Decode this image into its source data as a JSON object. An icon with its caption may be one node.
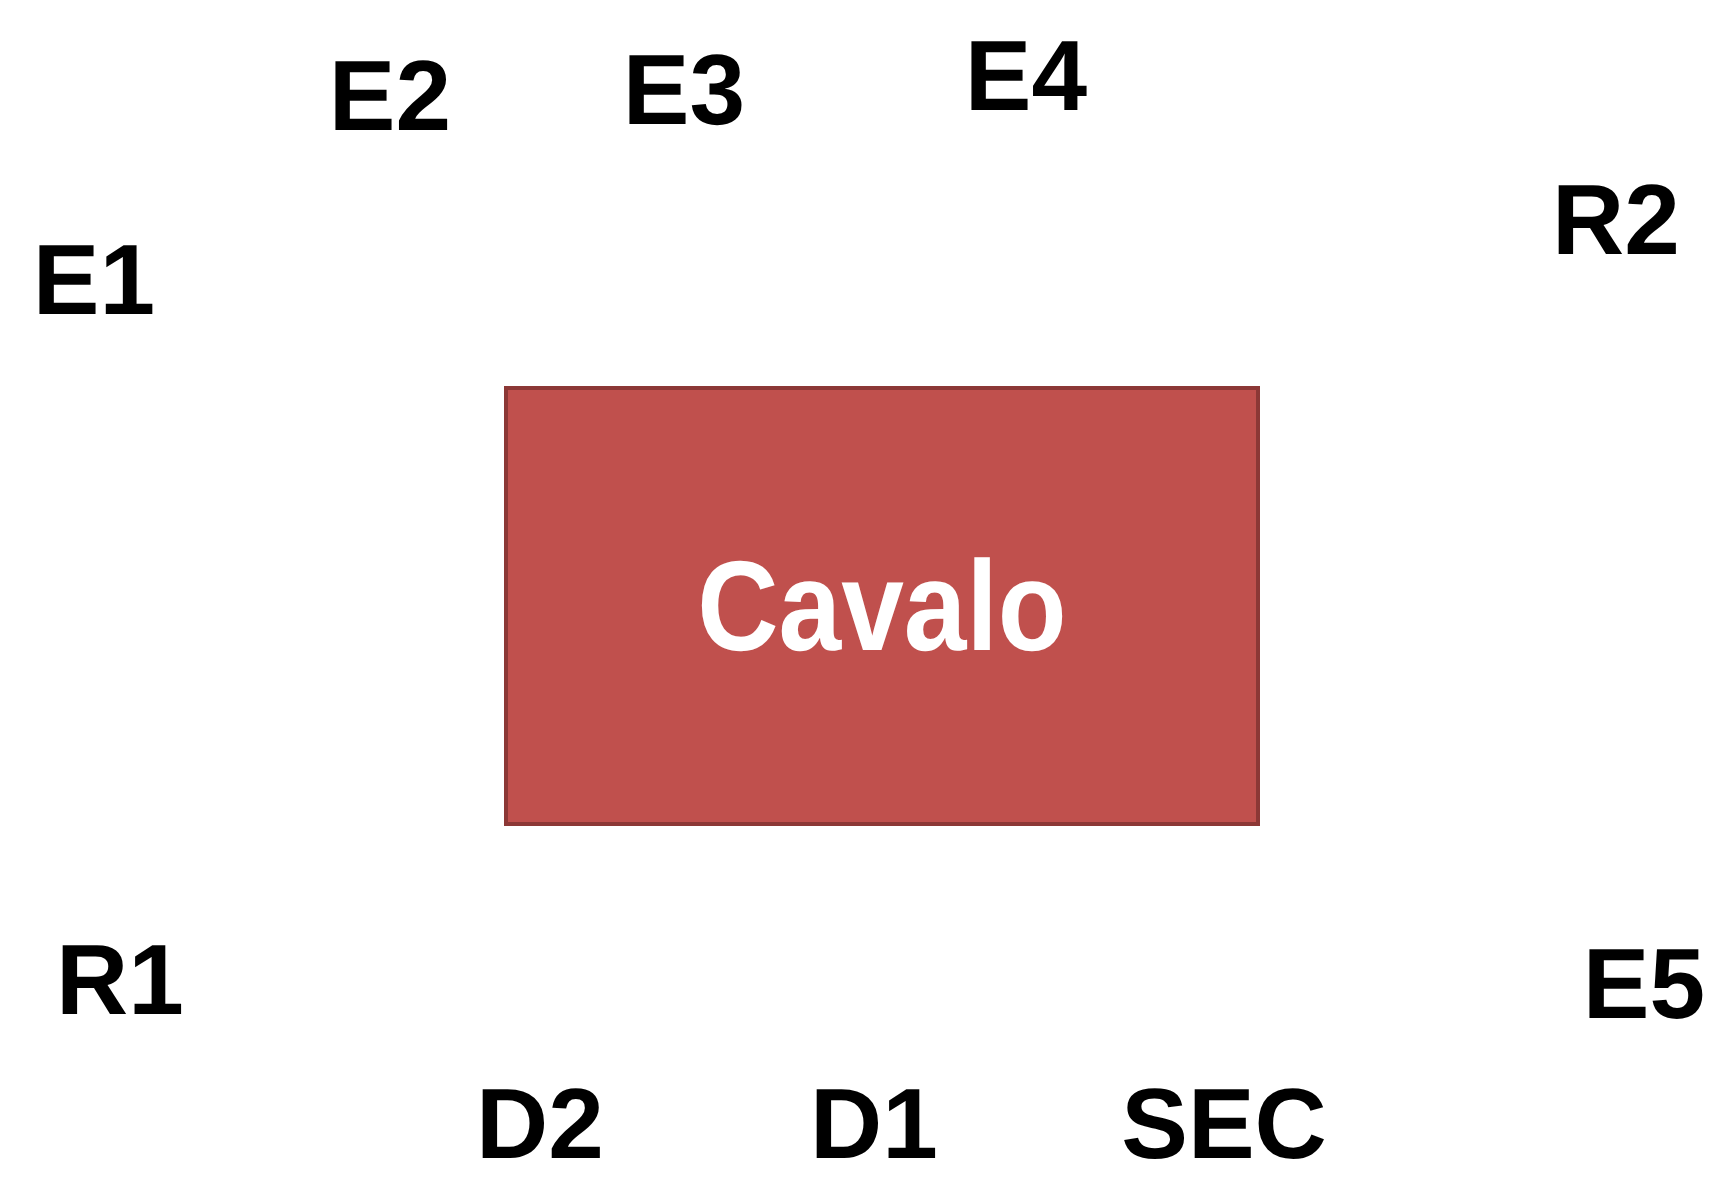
{
  "diagram": {
    "nodes": [
      {
        "text": [
          "Cavalo"
        ]
      }
    ],
    "labels": [
      "E2",
      "E3",
      "E4",
      "R2",
      "E1",
      "R1",
      "E5",
      "D2",
      "D1",
      "SEC"
    ]
  }
}
